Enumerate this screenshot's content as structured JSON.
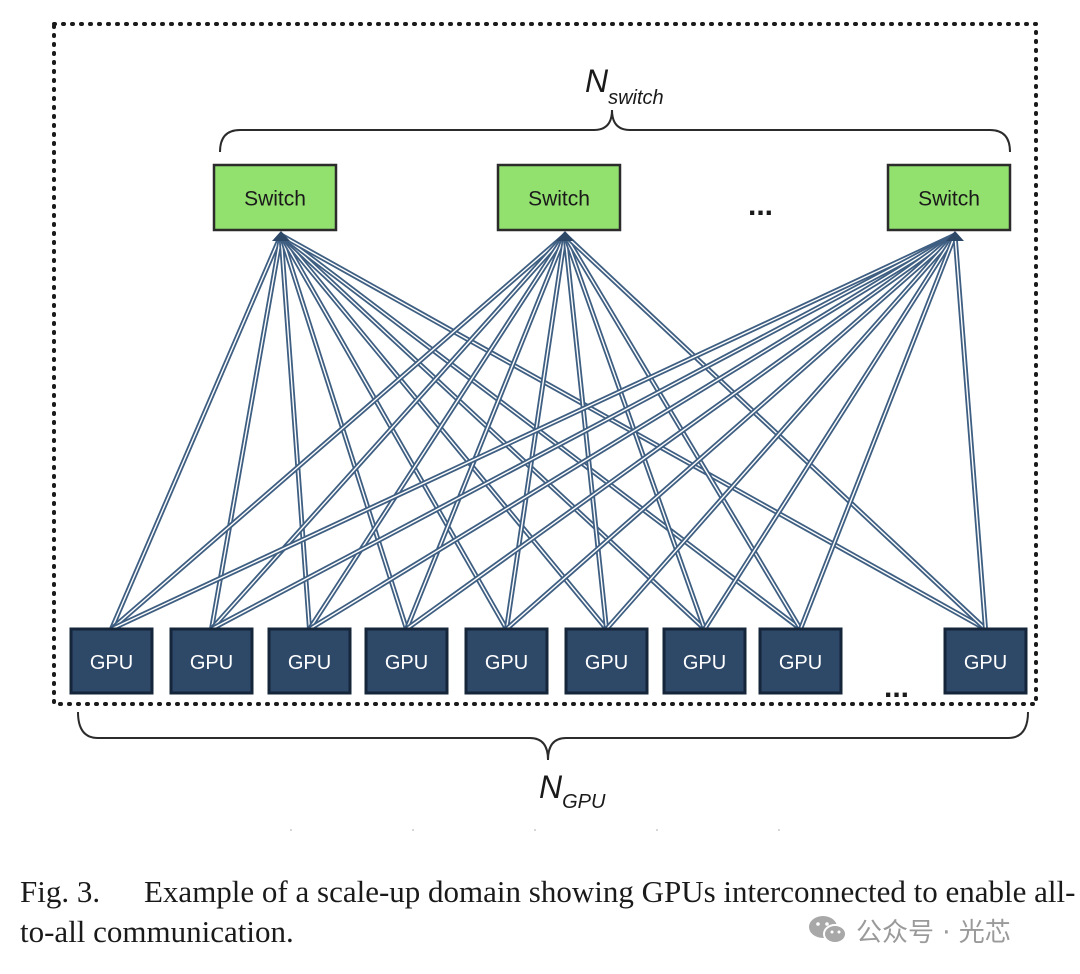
{
  "labels": {
    "n_switch_base": "N",
    "n_switch_sub": "switch",
    "n_gpu_base": "N",
    "n_gpu_sub": "GPU",
    "switch_ellipsis": "...",
    "gpu_ellipsis": "..."
  },
  "switches": [
    {
      "label": "Switch"
    },
    {
      "label": "Switch"
    },
    {
      "label": "Switch"
    }
  ],
  "gpus": [
    {
      "label": "GPU"
    },
    {
      "label": "GPU"
    },
    {
      "label": "GPU"
    },
    {
      "label": "GPU"
    },
    {
      "label": "GPU"
    },
    {
      "label": "GPU"
    },
    {
      "label": "GPU"
    },
    {
      "label": "GPU"
    },
    {
      "label": "GPU"
    }
  ],
  "colors": {
    "switch_fill": "#92e06e",
    "switch_border": "#2b2b2b",
    "gpu_fill": "#2e4868",
    "gpu_border": "#15253a",
    "link": "#3f5f82",
    "text": "#1a1a1a"
  },
  "caption": {
    "fig_label": "Fig. 3.",
    "text": "Example of a scale-up domain showing GPUs interconnected to enable all-to-all communication."
  },
  "watermark": {
    "icon": "wechat-icon",
    "text": "公众号 · 光芯"
  }
}
